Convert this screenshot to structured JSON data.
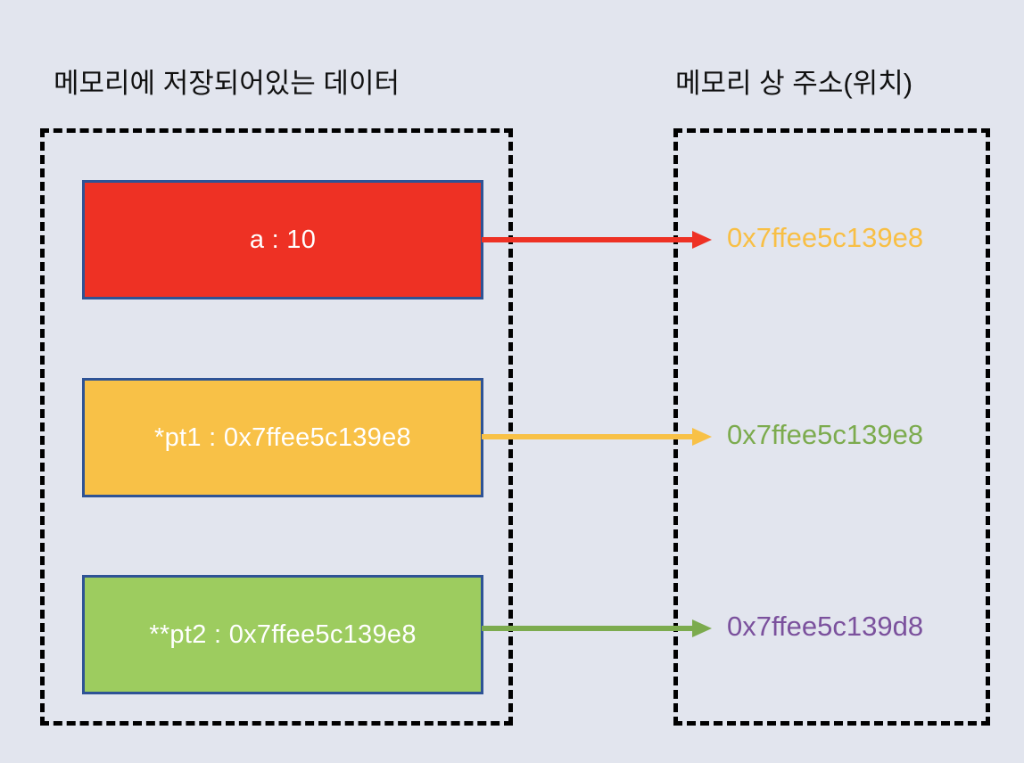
{
  "background_color": "#e2e5ee",
  "headings": {
    "memory_data": "메모리에 저장되어있는 데이터",
    "memory_address": "메모리 상 주소(위치)"
  },
  "memory_boxes": [
    {
      "label": "a : 10",
      "fill": "#ee3124",
      "border": "#2e5395",
      "text_color": "#ffffff"
    },
    {
      "label": "*pt1 : 0x7ffee5c139e8",
      "fill": "#f8c147",
      "border": "#2e5395",
      "text_color": "#ffffff"
    },
    {
      "label": "**pt2 : 0x7ffee5c139e8",
      "fill": "#9dcc5f",
      "border": "#2e5395",
      "text_color": "#ffffff"
    }
  ],
  "addresses": [
    {
      "value": "0x7ffee5c139e8",
      "color": "#f8bf45"
    },
    {
      "value": "0x7ffee5c139e8",
      "color": "#7cab4e"
    },
    {
      "value": "0x7ffee5c139d8",
      "color": "#7b519d"
    }
  ],
  "arrows": [
    {
      "color": "#ee3124",
      "from": "a : 10",
      "to": "0x7ffee5c139e8"
    },
    {
      "color": "#f8c147",
      "from": "*pt1 : 0x7ffee5c139e8",
      "to": "0x7ffee5c139e8"
    },
    {
      "color": "#7cab4e",
      "from": "**pt2 : 0x7ffee5c139e8",
      "to": "0x7ffee5c139d8"
    }
  ],
  "containers": {
    "memory_border_style": "dashed",
    "memory_border_color": "#000000",
    "address_border_style": "dashed",
    "address_border_color": "#000000"
  }
}
